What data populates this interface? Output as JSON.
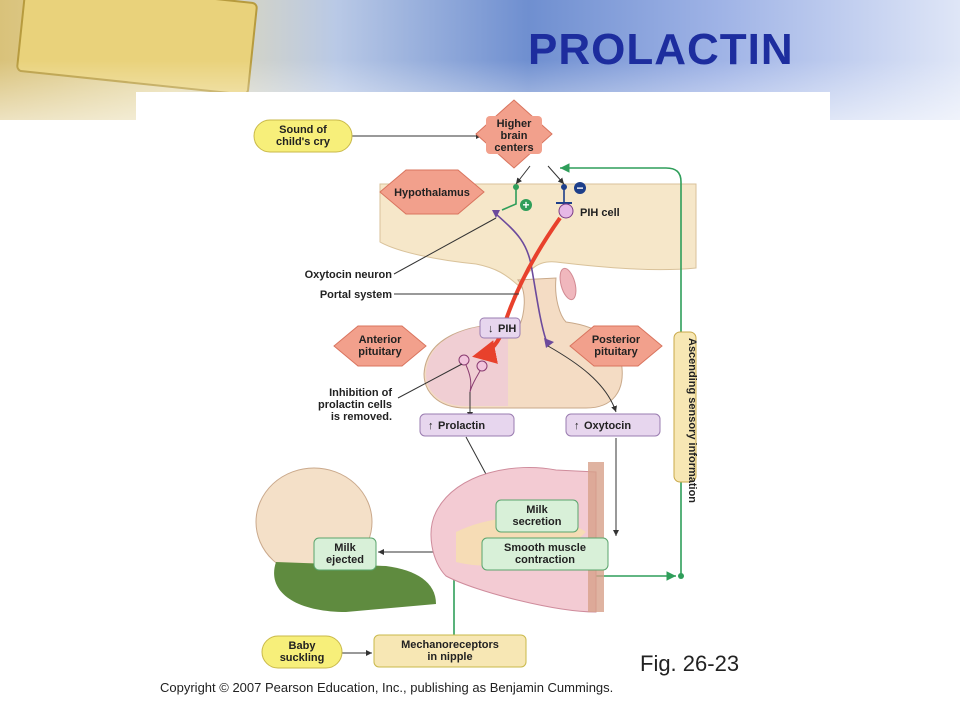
{
  "title": "PROLACTIN",
  "fig_label": "Fig. 26-23",
  "copyright": "Copyright © 2007 Pearson Education, Inc., publishing as Benjamin Cummings.",
  "diagram": {
    "sound": [
      "Sound of",
      "child's cry"
    ],
    "higher_brain": [
      "Higher",
      "brain",
      "centers"
    ],
    "hypothalamus": "Hypothalamus",
    "plus": "+",
    "minus": "−",
    "pih_cell": "PIH cell",
    "oxytocin_neuron": "Oxytocin neuron",
    "portal_system": "Portal system",
    "pih_down": "PIH",
    "anterior": [
      "Anterior",
      "pituitary"
    ],
    "posterior": [
      "Posterior",
      "pituitary"
    ],
    "inhibition": [
      "Inhibition of",
      "prolactin cells",
      "is removed."
    ],
    "prolactin": "Prolactin",
    "oxytocin": "Oxytocin",
    "ascending": "Ascending sensory information",
    "milk_secretion": [
      "Milk",
      "secretion"
    ],
    "smooth_muscle": [
      "Smooth muscle",
      "contraction"
    ],
    "milk_ejected": [
      "Milk",
      "ejected"
    ],
    "baby_suckling": [
      "Baby",
      "suckling"
    ],
    "mechanoreceptors": [
      "Mechanoreceptors",
      "in nipple"
    ]
  },
  "colors": {
    "title": "#1d2d9e",
    "yellow_oval": "#f7ef7a",
    "red_diamond": "#f2a08c",
    "purple_box": "#e7d6ee",
    "green_box": "#d8f0d8",
    "green_line": "#2f9e5a",
    "red_arrow": "#e8412c"
  }
}
